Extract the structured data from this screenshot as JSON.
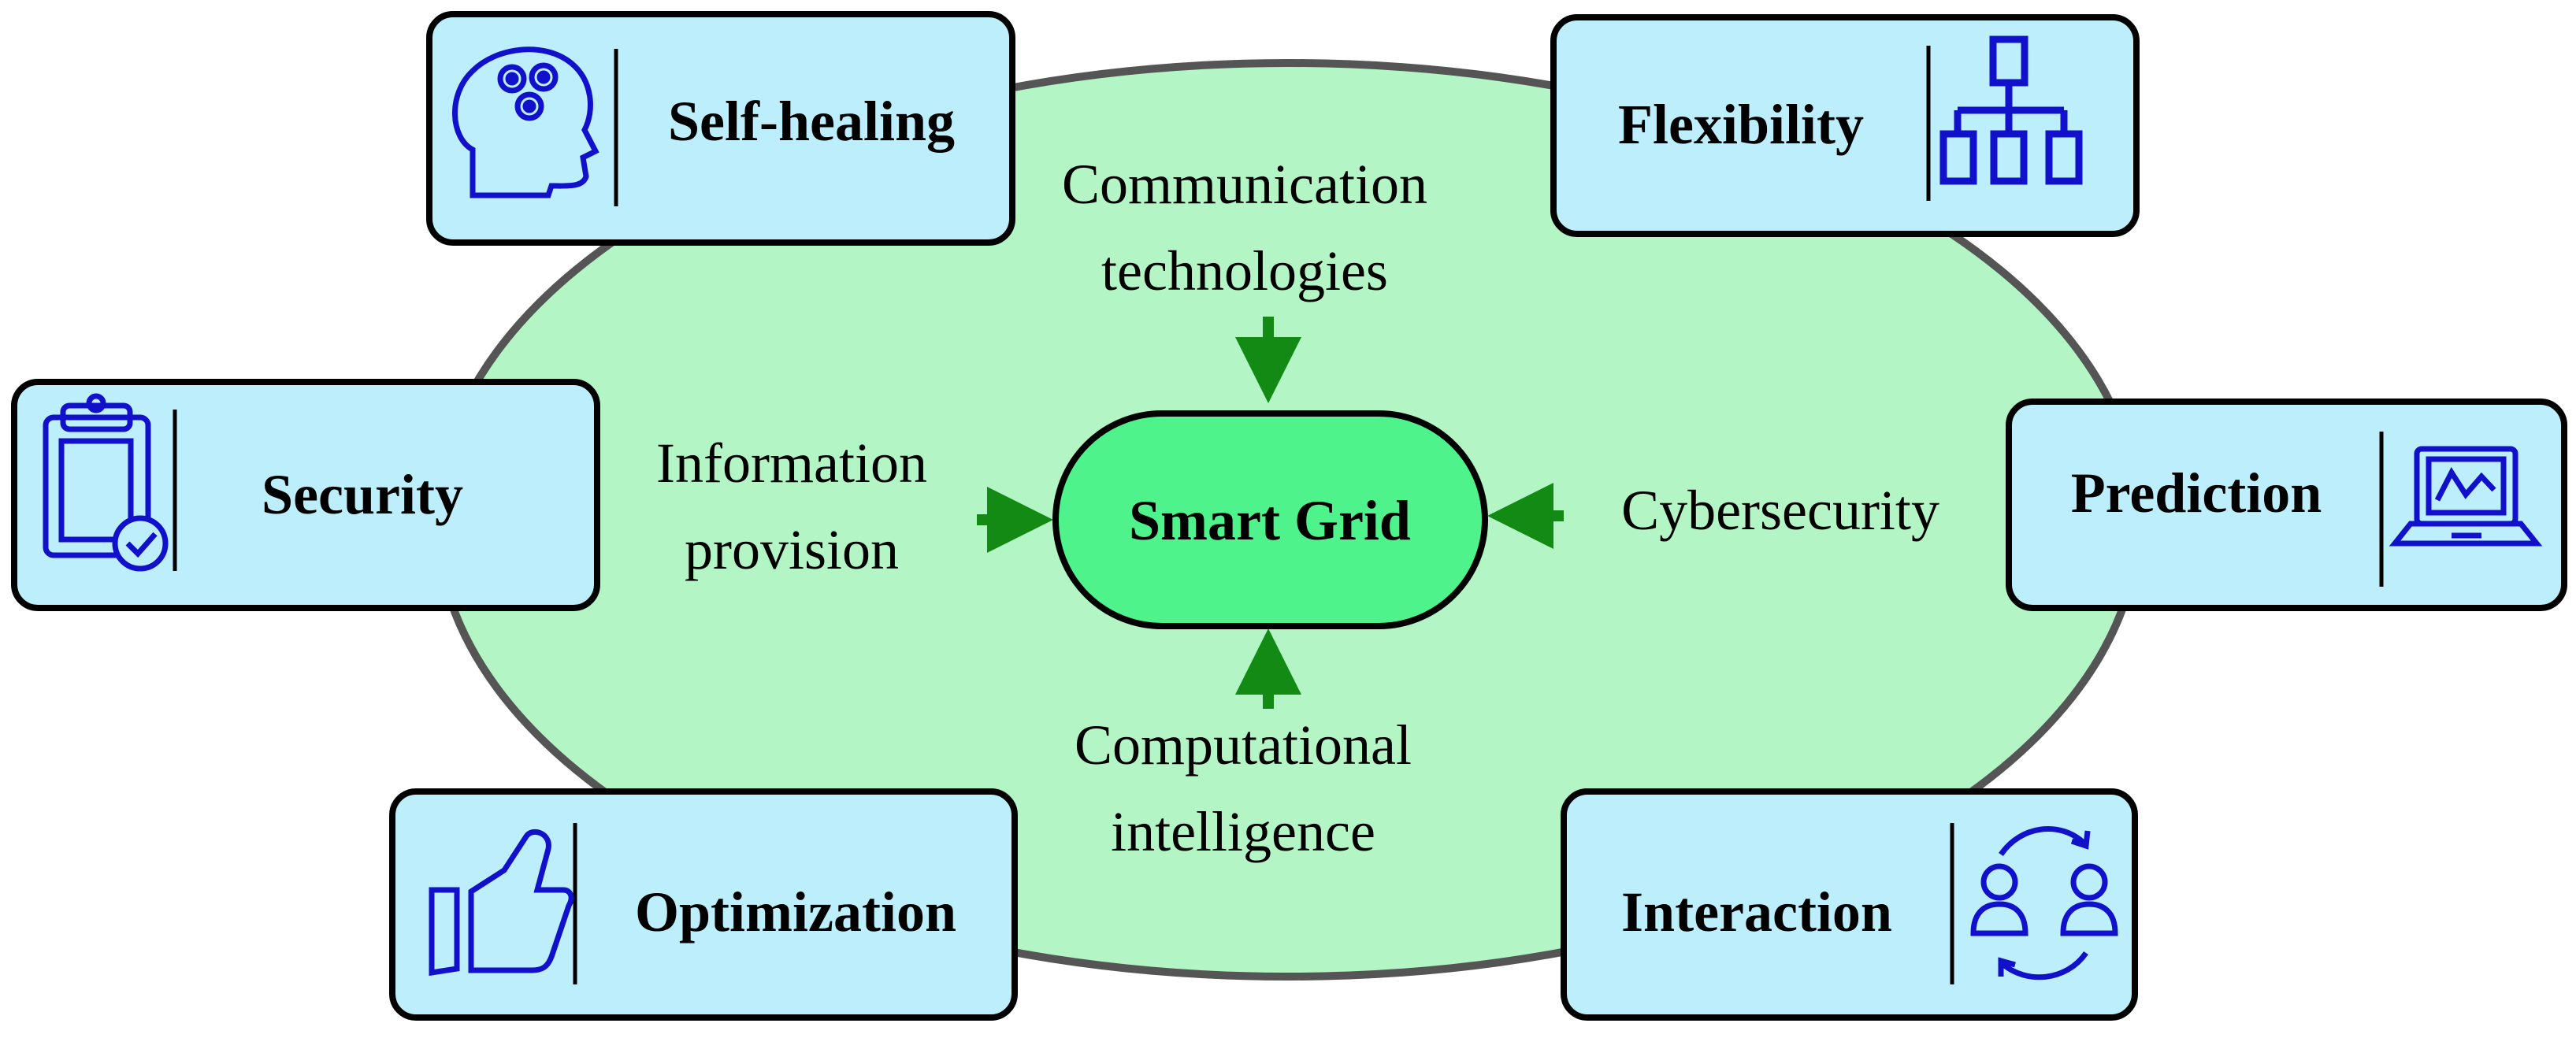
{
  "center": {
    "label": "Smart Grid"
  },
  "drivers": {
    "top": {
      "line1": "Communication",
      "line2": "technologies"
    },
    "left": {
      "line1": "Information",
      "line2": "provision"
    },
    "right": {
      "line1": "Cybersecurity"
    },
    "bottom": {
      "line1": "Computational",
      "line2": "intelligence"
    }
  },
  "features": {
    "self_healing": {
      "label": "Self-healing",
      "icon": "head-gears-icon"
    },
    "flexibility": {
      "label": "Flexibility",
      "icon": "hierarchy-icon"
    },
    "security": {
      "label": "Security",
      "icon": "clipboard-check-icon"
    },
    "prediction": {
      "label": "Prediction",
      "icon": "laptop-chart-icon"
    },
    "optimization": {
      "label": "Optimization",
      "icon": "thumbs-up-icon"
    },
    "interaction": {
      "label": "Interaction",
      "icon": "users-exchange-icon"
    }
  },
  "colors": {
    "ellipse_fill": "#b3f5c5",
    "ellipse_stroke": "#555555",
    "center_fill": "#4ef38c",
    "box_fill": "#bdeefc",
    "icon_blue": "#1111cc",
    "arrow_green": "#138a13"
  }
}
